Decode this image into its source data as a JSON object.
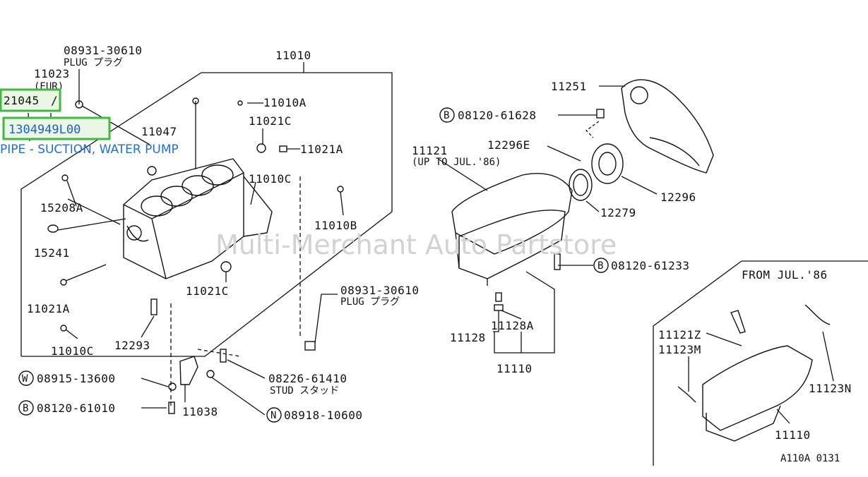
{
  "watermark": "Multi-Merchant Auto Partstore",
  "figure_code": "A110A 0131",
  "highlight": {
    "ref": "21045",
    "part_number": "1304949L00",
    "description": "PIPE - SUCTION, WATER PUMP"
  },
  "labels": {
    "l11010": "11010",
    "l08931a": "08931-30610",
    "l08931a_sub": "PLUG プラグ",
    "l11023": "11023",
    "l11023_sub": "(EUR)",
    "l11047": "11047",
    "l11010A": "11010A",
    "l11021C_top": "11021C",
    "l11021A_top": "11021A",
    "l11010C_mid": "11010C",
    "l15208A": "15208A",
    "l11010B": "11010B",
    "l15241": "15241",
    "l11021C_low": "11021C",
    "l11021A_low": "11021A",
    "l08931b": "08931-30610",
    "l08931b_sub": "PLUG プラグ",
    "l11010C_low": "11010C",
    "l12293": "12293",
    "lW": "08915-13600",
    "l08226": "08226-61410",
    "l08226_sub": "STUD スタッド",
    "lB3": "08120-61010",
    "l11038": "11038",
    "lN": "08918-10600",
    "l11251": "11251",
    "lB1": "08120-61628",
    "l12296E": "12296E",
    "l11121": "11121",
    "l11121_sub": "(UP TO JUL.'86)",
    "l12296": "12296",
    "l12279": "12279",
    "lB2": "08120-61233",
    "l11128": "11128",
    "l11128A": "11128A",
    "l11110a": "11110",
    "from_jul": "FROM JUL.'86",
    "l11121Z": "11121Z",
    "l11123M": "11123M",
    "l11123N": "11123N",
    "l11110b": "11110"
  },
  "prefix": {
    "w": "W",
    "b": "B",
    "n": "N"
  }
}
